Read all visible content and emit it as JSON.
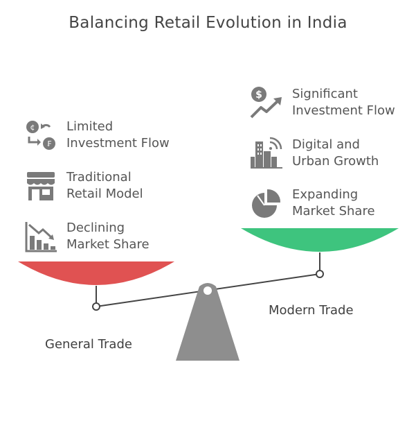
{
  "title": "Balancing Retail Evolution in India",
  "left": {
    "side_label": "General Trade",
    "pan_color": "#e05252",
    "items": [
      {
        "label": "Limited\nInvestment Flow",
        "icon": "currency-exchange-icon"
      },
      {
        "label": "Traditional\nRetail Model",
        "icon": "storefront-icon"
      },
      {
        "label": "Declining\nMarket Share",
        "icon": "declining-chart-icon"
      }
    ]
  },
  "right": {
    "side_label": "Modern Trade",
    "pan_color": "#3ec47e",
    "items": [
      {
        "label": "Significant\nInvestment Flow",
        "icon": "dollar-growth-icon"
      },
      {
        "label": "Digital and\nUrban Growth",
        "icon": "city-signal-icon"
      },
      {
        "label": "Expanding\nMarket Share",
        "icon": "pie-chart-icon"
      }
    ]
  },
  "colors": {
    "icon": "#7a7a7a",
    "beam": "#444444",
    "fulcrum": "#8e8e8e"
  }
}
